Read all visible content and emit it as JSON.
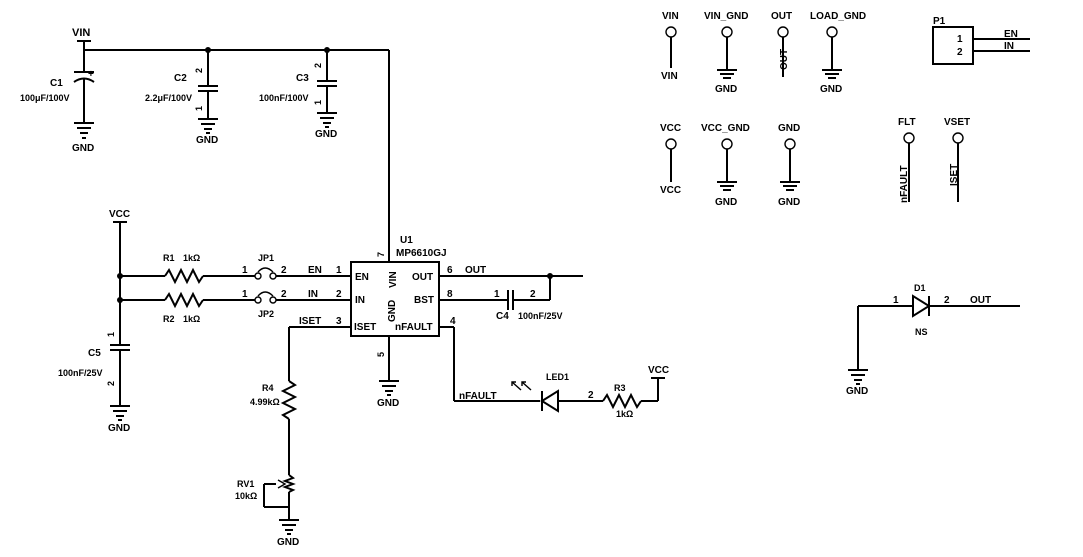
{
  "nets": {
    "vin": "VIN",
    "vcc": "VCC",
    "gnd": "GND",
    "out": "OUT",
    "en": "EN",
    "in": "IN",
    "iset": "ISET",
    "nfault": "nFAULT",
    "vin_gnd": "VIN_GND",
    "load_gnd": "LOAD_GND",
    "vcc_gnd": "VCC_GND",
    "flt": "FLT",
    "vset": "VSET"
  },
  "components": {
    "c1": {
      "ref": "C1",
      "value": "100μF/100V"
    },
    "c2": {
      "ref": "C2",
      "value": "2.2μF/100V"
    },
    "c3": {
      "ref": "C3",
      "value": "100nF/100V"
    },
    "c4": {
      "ref": "C4",
      "value": "100nF/25V"
    },
    "c5": {
      "ref": "C5",
      "value": "100nF/25V"
    },
    "r1": {
      "ref": "R1",
      "value": "1kΩ"
    },
    "r2": {
      "ref": "R2",
      "value": "1kΩ"
    },
    "r3": {
      "ref": "R3",
      "value": "1kΩ"
    },
    "r4": {
      "ref": "R4",
      "value": "4.99kΩ"
    },
    "rv1": {
      "ref": "RV1",
      "value": "10kΩ"
    },
    "jp1": {
      "ref": "JP1"
    },
    "jp2": {
      "ref": "JP2"
    },
    "led1": {
      "ref": "LED1"
    },
    "d1": {
      "ref": "D1",
      "value": "NS"
    },
    "p1": {
      "ref": "P1"
    },
    "u1": {
      "ref": "U1",
      "part": "MP6610GJ",
      "pins": {
        "en": "EN",
        "in": "IN",
        "iset": "ISET",
        "vin": "VIN",
        "gnd": "GND",
        "out": "OUT",
        "bst": "BST",
        "nfault": "nFAULT"
      }
    }
  },
  "pin_numbers": {
    "p1": "1",
    "p2": "2",
    "p3": "3",
    "p4": "4",
    "p5": "5",
    "p6": "6",
    "p7": "7",
    "p8": "8"
  }
}
